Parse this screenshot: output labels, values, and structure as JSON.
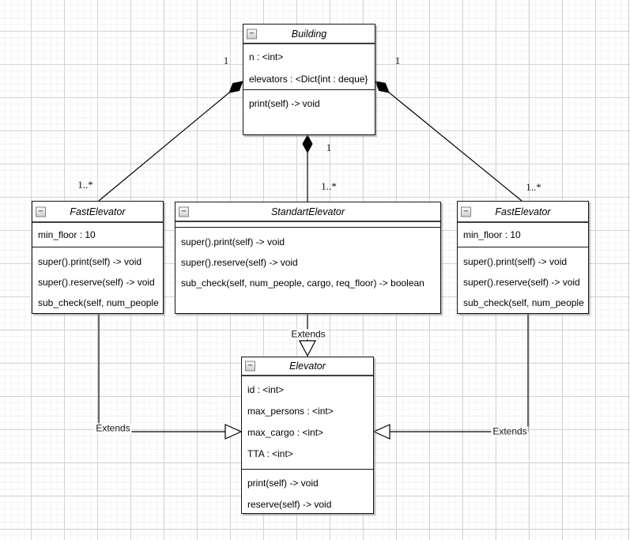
{
  "colors": {
    "stroke": "#000000",
    "box_fill": "#ffffff",
    "grid_major": "#d4d4d4",
    "grid_minor": "#f3f3f3"
  },
  "icons": {
    "collapse": "−"
  },
  "classes": {
    "building": {
      "title": "Building",
      "attributes": [
        "n : <int>",
        "elevators : <Dict{int : deque}"
      ],
      "methods": [
        "print(self) -> void"
      ]
    },
    "fast_elevator_left": {
      "title": "FastElevator",
      "attributes": [
        "min_floor : 10"
      ],
      "methods": [
        "super().print(self) -> void",
        "super().reserve(self) -> void",
        "sub_check(self, num_people"
      ]
    },
    "standart_elevator": {
      "title": "StandartElevator",
      "attributes": [],
      "methods": [
        "super().print(self) -> void",
        "super().reserve(self) -> void",
        "sub_check(self, num_people, cargo, req_floor) -> boolean"
      ]
    },
    "fast_elevator_right": {
      "title": "FastElevator",
      "attributes": [
        "min_floor : 10"
      ],
      "methods": [
        "super().print(self) -> void",
        "super().reserve(self) -> void",
        "sub_check(self, num_people"
      ]
    },
    "elevator": {
      "title": "Elevator",
      "attributes": [
        "id : <int>",
        "max_persons : <int>",
        "max_cargo : <int>",
        "TTA : <int>"
      ],
      "methods": [
        "print(self) -> void",
        "reserve(self) -> void"
      ]
    }
  },
  "edge_labels": {
    "building_left_mult": "1",
    "building_right_mult": "1",
    "building_bottom_mult": "1",
    "fast_left_mult": "1..*",
    "standart_mult": "1..*",
    "fast_right_mult": "1..*",
    "extends_left": "Extends",
    "extends_center": "Extends",
    "extends_right": "Extends"
  }
}
